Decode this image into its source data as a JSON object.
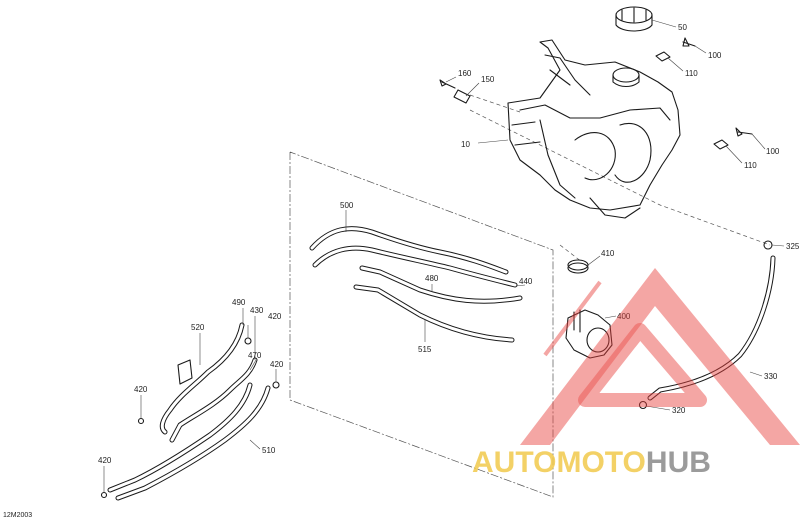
{
  "diagram_id": "12M2003",
  "callouts": [
    {
      "id": "c50",
      "text": "50"
    },
    {
      "id": "c100a",
      "text": "100"
    },
    {
      "id": "c110a",
      "text": "110"
    },
    {
      "id": "c160",
      "text": "160"
    },
    {
      "id": "c150",
      "text": "150"
    },
    {
      "id": "c10",
      "text": "10"
    },
    {
      "id": "c100b",
      "text": "100"
    },
    {
      "id": "c110b",
      "text": "110"
    },
    {
      "id": "c500",
      "text": "500"
    },
    {
      "id": "c410",
      "text": "410"
    },
    {
      "id": "c325",
      "text": "325"
    },
    {
      "id": "c480",
      "text": "480"
    },
    {
      "id": "c440",
      "text": "440"
    },
    {
      "id": "c490",
      "text": "490"
    },
    {
      "id": "c430",
      "text": "430"
    },
    {
      "id": "c520",
      "text": "520"
    },
    {
      "id": "c420a",
      "text": "420"
    },
    {
      "id": "c400",
      "text": "400"
    },
    {
      "id": "c515",
      "text": "515"
    },
    {
      "id": "c470",
      "text": "470"
    },
    {
      "id": "c420b",
      "text": "420"
    },
    {
      "id": "c330",
      "text": "330"
    },
    {
      "id": "c420c",
      "text": "420"
    },
    {
      "id": "c320",
      "text": "320"
    },
    {
      "id": "c510",
      "text": "510"
    },
    {
      "id": "c420d",
      "text": "420"
    }
  ],
  "watermark": {
    "part1": "AUTO",
    "part2": "MOTO",
    "part3": "HUB",
    "color_red": "#e8403c",
    "color_yellow": "#f2c94c",
    "color_gray": "#8a8a8a"
  }
}
